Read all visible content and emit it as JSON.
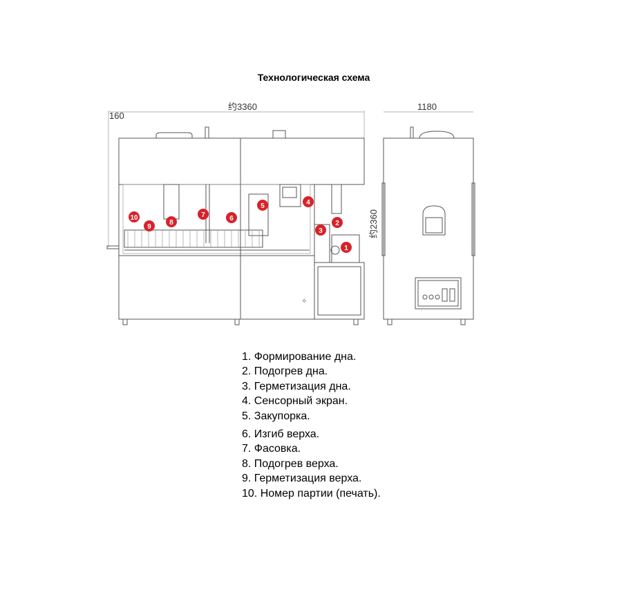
{
  "title": "Технологическая схема",
  "dimensions": {
    "front_width": "约3360",
    "front_offset": "160",
    "side_width": "1180",
    "height": "约2360"
  },
  "badges": [
    "1",
    "2",
    "3",
    "4",
    "5",
    "6",
    "7",
    "8",
    "9",
    "10"
  ],
  "legend": [
    "1. Формирование дна.",
    "2. Подогрев дна.",
    "3. Герметизация дна.",
    "4. Сенсорный экран.",
    "5. Закупорка.",
    "6. Изгиб верха.",
    "7. Фасовка.",
    "8. Подогрев верха.",
    "9. Герметизация верха.",
    "10. Номер партии (печать)."
  ],
  "colors": {
    "badge": "#d8222a",
    "line": "#555555"
  }
}
